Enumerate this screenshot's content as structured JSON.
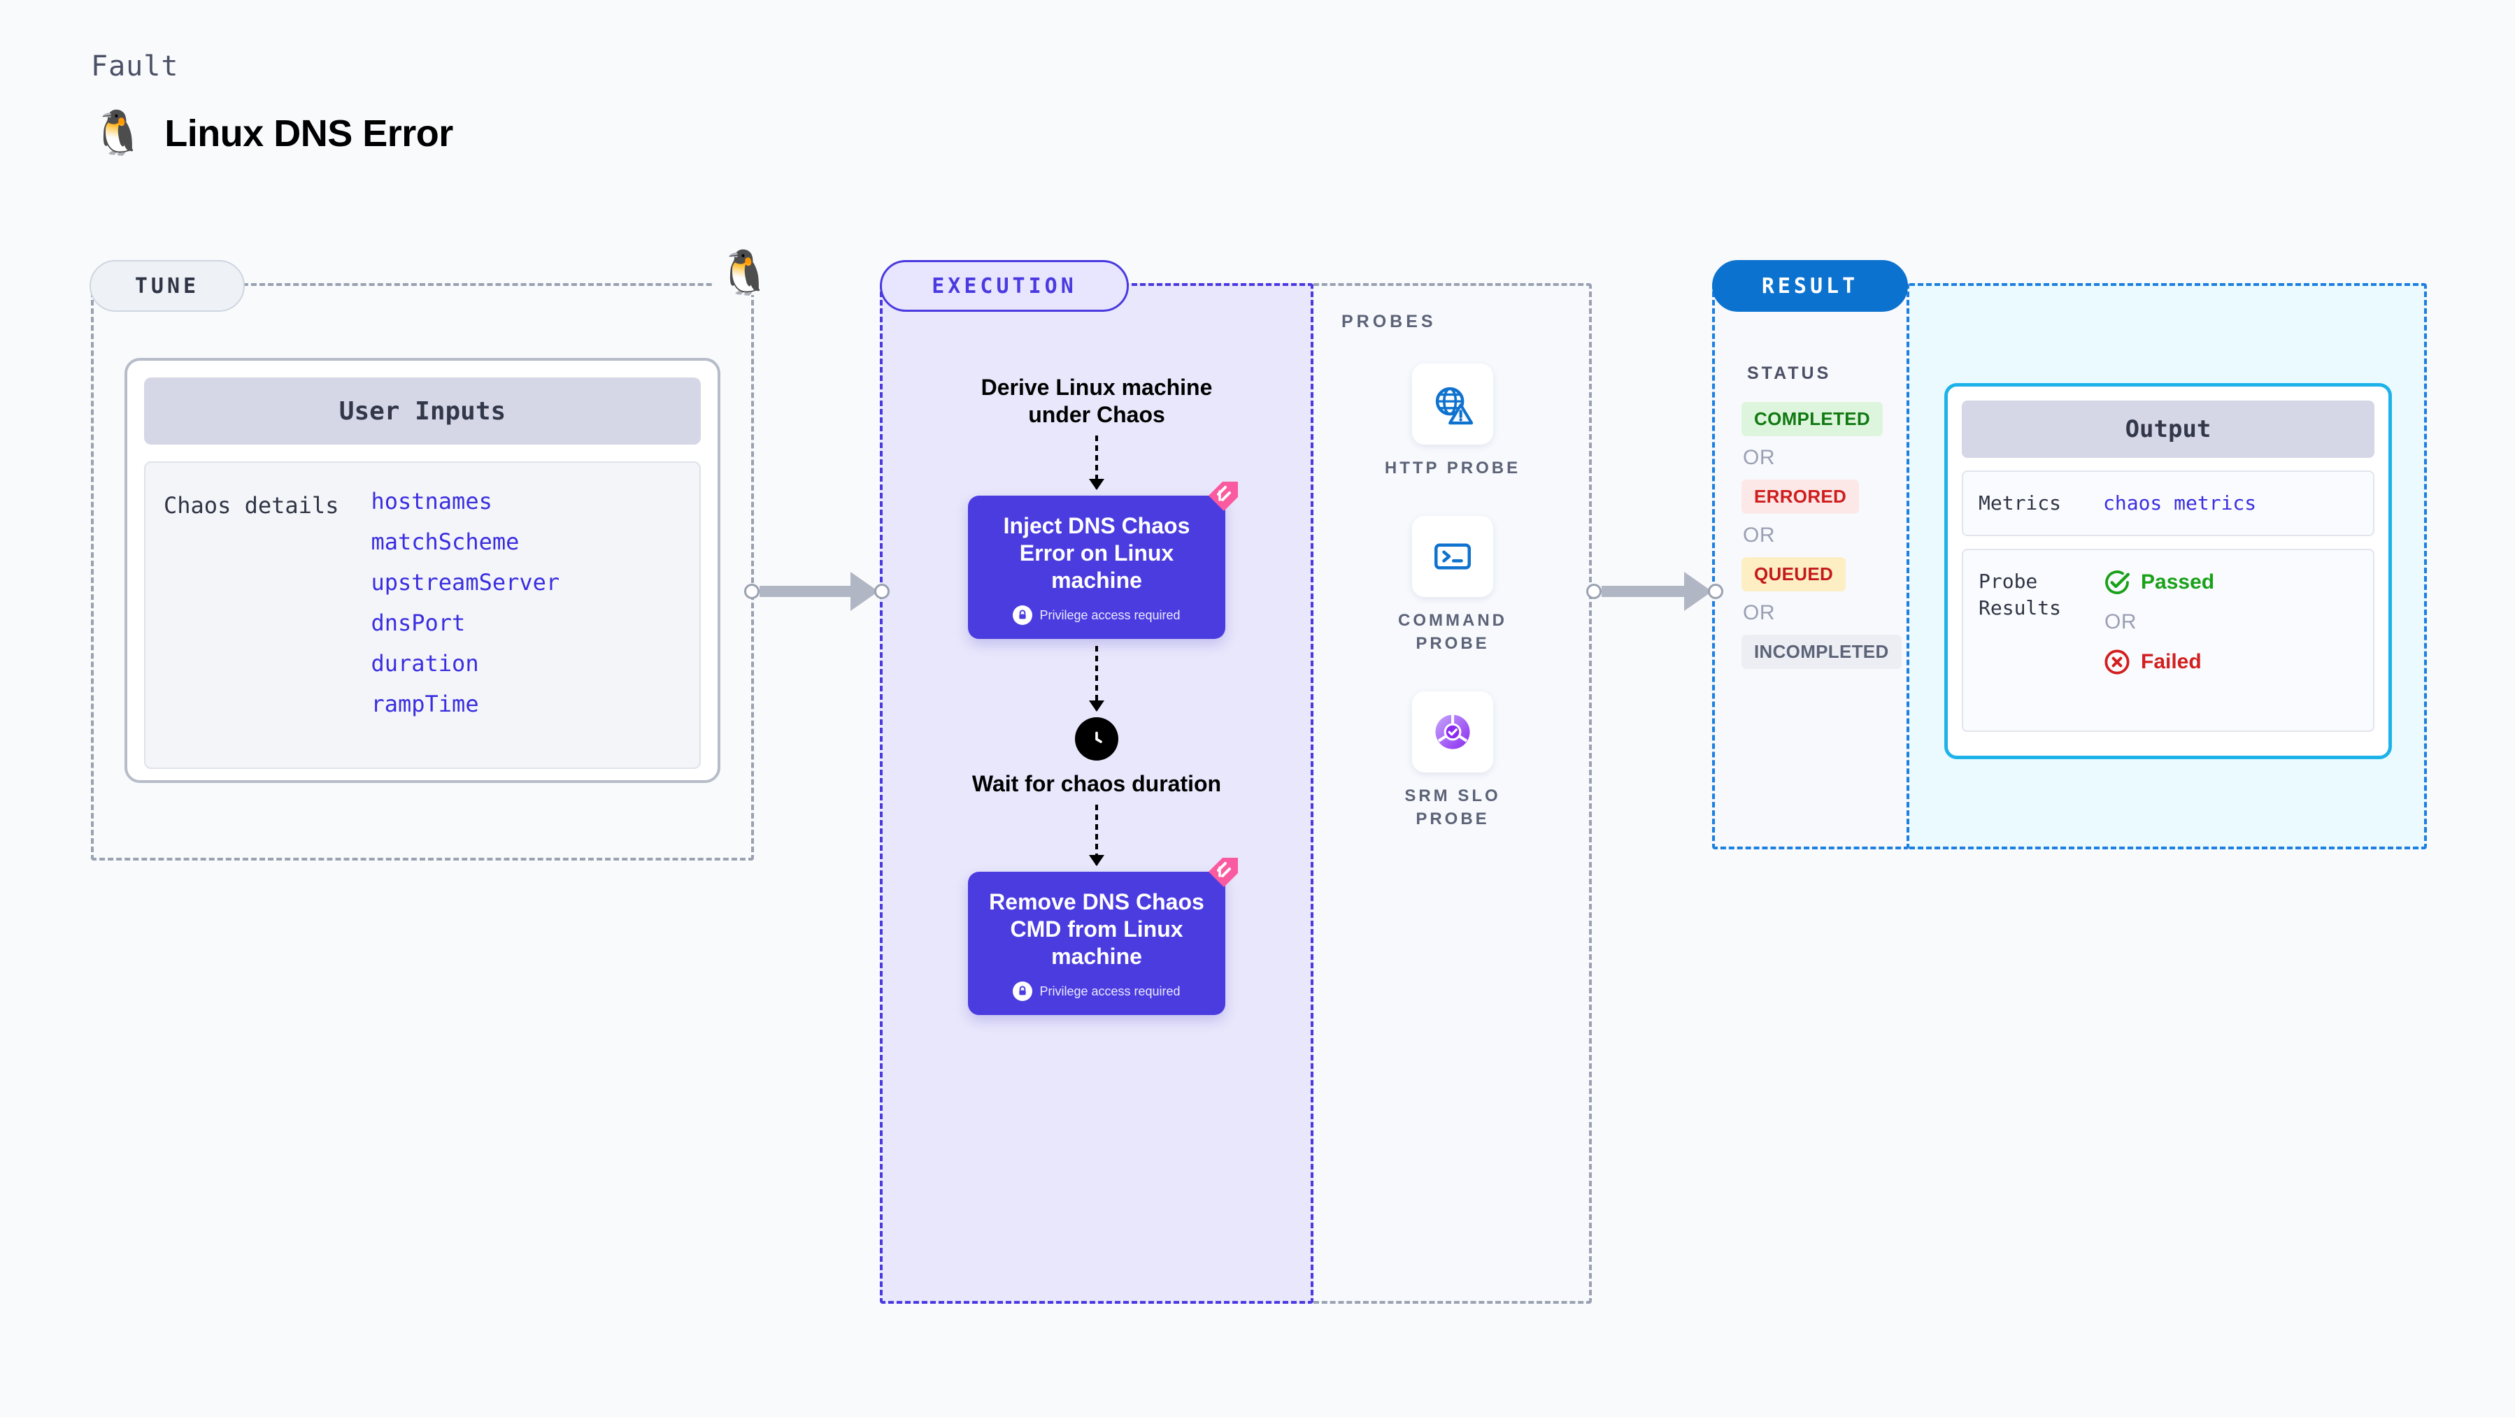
{
  "header": {
    "kicker": "Fault",
    "title": "Linux DNS Error",
    "icon": "linux-penguin-icon",
    "penguin": "🐧"
  },
  "tune": {
    "badge": "TUNE",
    "penguin": "🐧",
    "card": {
      "header": "User Inputs",
      "row_label": "Chaos details",
      "params": [
        "hostnames",
        "matchScheme",
        "upstreamServer",
        "dnsPort",
        "duration",
        "rampTime"
      ]
    }
  },
  "execution": {
    "badge": "EXECUTION",
    "steps": [
      {
        "type": "text",
        "label": "Derive Linux machine under Chaos"
      },
      {
        "type": "card",
        "label": "Inject DNS Chaos Error on Linux machine",
        "note": "Privilege access required",
        "badge_icon": "harness-ribbon-icon",
        "lock_icon": "lock-icon"
      },
      {
        "type": "wait",
        "label": "Wait for chaos duration",
        "icon": "clock-icon"
      },
      {
        "type": "card",
        "label": "Remove DNS Chaos CMD from Linux machine",
        "note": "Privilege access required",
        "badge_icon": "harness-ribbon-icon",
        "lock_icon": "lock-icon"
      }
    ]
  },
  "probes": {
    "label": "PROBES",
    "items": [
      {
        "name": "HTTP  PROBE",
        "icon": "globe-warning-icon"
      },
      {
        "name": "COMMAND PROBE",
        "icon": "terminal-icon"
      },
      {
        "name": "SRM  SLO PROBE",
        "icon": "slo-donut-check-icon"
      }
    ]
  },
  "result": {
    "badge": "RESULT",
    "status_label": "STATUS",
    "or_label": "OR",
    "statuses": [
      {
        "label": "COMPLETED",
        "bg": "#ddf5dd",
        "fg": "#127912"
      },
      {
        "label": "ERRORED",
        "bg": "#fde8e8",
        "fg": "#cf1d1d"
      },
      {
        "label": "QUEUED",
        "bg": "#fdeec4",
        "fg": "#c41a1a"
      },
      {
        "label": "INCOMPLETED",
        "bg": "#eceef4",
        "fg": "#5c6377"
      }
    ],
    "output": {
      "header": "Output",
      "metrics_key": "Metrics",
      "metrics_value": "chaos metrics",
      "probe_key": "Probe Results",
      "passed": "Passed",
      "failed": "Failed",
      "or_label": "OR",
      "passed_icon": "check-circle-icon",
      "failed_icon": "x-circle-icon"
    }
  },
  "colors": {
    "page_bg": "#f8fafc",
    "indigo": "#4b3ce0",
    "exec_bg": "#e8e7fb",
    "result_blue": "#0c72cf",
    "output_cyan": "#1eb3e8",
    "ribbon_pink": "#fa5aa0",
    "param_blue": "#3a2ee0",
    "passed_green": "#19a119",
    "failed_red": "#d21f1f"
  }
}
